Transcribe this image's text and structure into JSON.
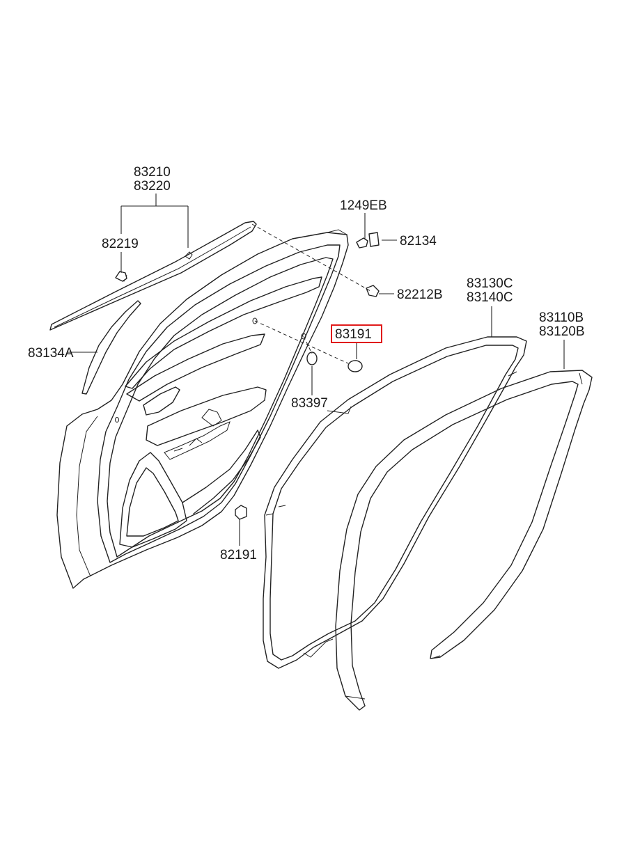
{
  "diagram": {
    "highlight_color": "#e01b1b",
    "parts": {
      "p83210": "83210",
      "p83220": "83220",
      "p82219": "82219",
      "p83134A": "83134A",
      "p1249EB": "1249EB",
      "p82134": "82134",
      "p82212B": "82212B",
      "p83191": "83191",
      "p83397": "83397",
      "p82191": "82191",
      "p83130C": "83130C",
      "p83140C": "83140C",
      "p83110B": "83110B",
      "p83120B": "83120B"
    },
    "highlighted_part": "83191"
  }
}
